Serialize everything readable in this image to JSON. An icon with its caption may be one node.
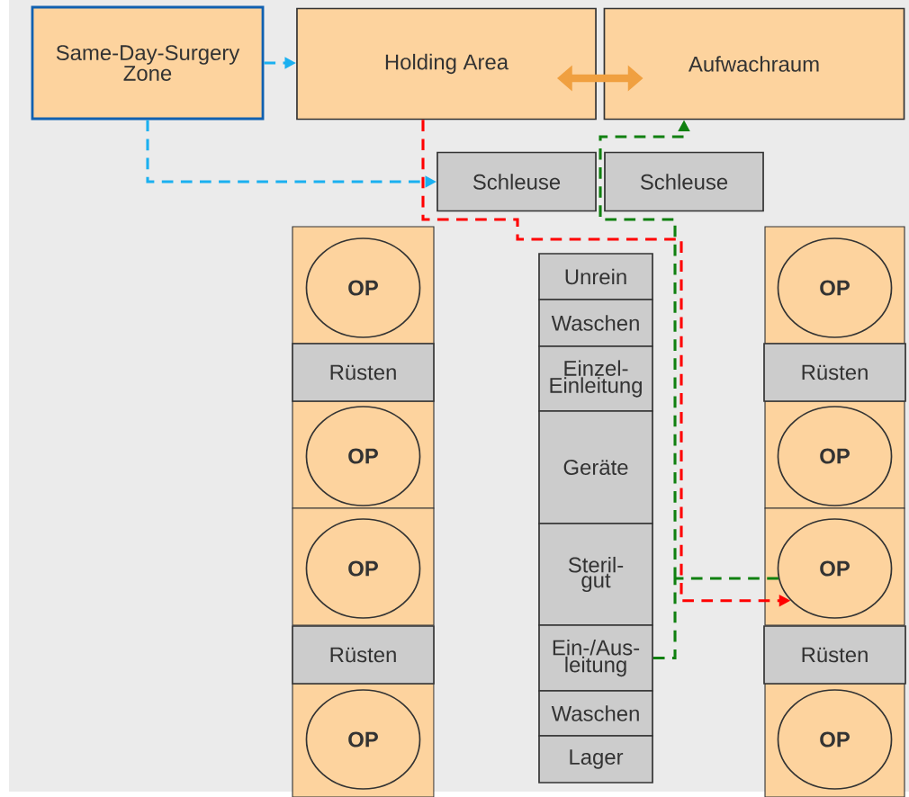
{
  "diagram": {
    "nodes": [
      {
        "text": [
          "Same-Day-Surgery Zone"
        ]
      },
      {
        "text": [
          "Holding Area"
        ]
      },
      {
        "text": [
          "Aufwachraum"
        ]
      },
      {
        "text": [
          "Schleuse"
        ]
      },
      {
        "text": [
          "Schleuse"
        ]
      },
      {
        "text": [
          "OP"
        ]
      },
      {
        "text": [
          "Rüsten"
        ]
      },
      {
        "text": [
          "OP"
        ]
      },
      {
        "text": [
          "OP"
        ]
      },
      {
        "text": [
          "Rüsten"
        ]
      },
      {
        "text": [
          "OP"
        ]
      },
      {
        "text": [
          "Unrein"
        ]
      },
      {
        "text": [
          "Waschen"
        ]
      },
      {
        "text": [
          "Einzel- Einleitung"
        ]
      },
      {
        "text": [
          "Geräte"
        ]
      },
      {
        "text": [
          "Steril- gut"
        ]
      },
      {
        "text": [
          "Ein-/Aus- leitung"
        ]
      },
      {
        "text": [
          "Waschen"
        ]
      },
      {
        "text": [
          "Lager"
        ]
      },
      {
        "text": [
          "OP"
        ]
      },
      {
        "text": [
          "Rüsten"
        ]
      },
      {
        "text": [
          "OP"
        ]
      },
      {
        "text": [
          "OP"
        ]
      },
      {
        "text": [
          "Rüsten"
        ]
      },
      {
        "text": [
          "OP"
        ]
      }
    ],
    "edges": [
      {
        "from": 0,
        "to": 1,
        "arrow": "to",
        "style": "dashed",
        "color": "#1ab0f0"
      },
      {
        "from": 0,
        "to": 3,
        "arrow": "to",
        "style": "dashed",
        "color": "#1ab0f0"
      },
      {
        "from": 1,
        "to": 2,
        "arrow": "both",
        "style": "thick",
        "color": "#f0a040"
      },
      {
        "from": 1,
        "to": 22,
        "arrow": "to",
        "style": "dashed",
        "color": "#ff0000"
      },
      {
        "from": 16,
        "to": 2,
        "arrow": "to",
        "style": "dashed",
        "color": "#108010"
      },
      {
        "from": 22,
        "to": 2,
        "arrow": "to",
        "style": "dashed",
        "color": "#108010"
      }
    ]
  }
}
